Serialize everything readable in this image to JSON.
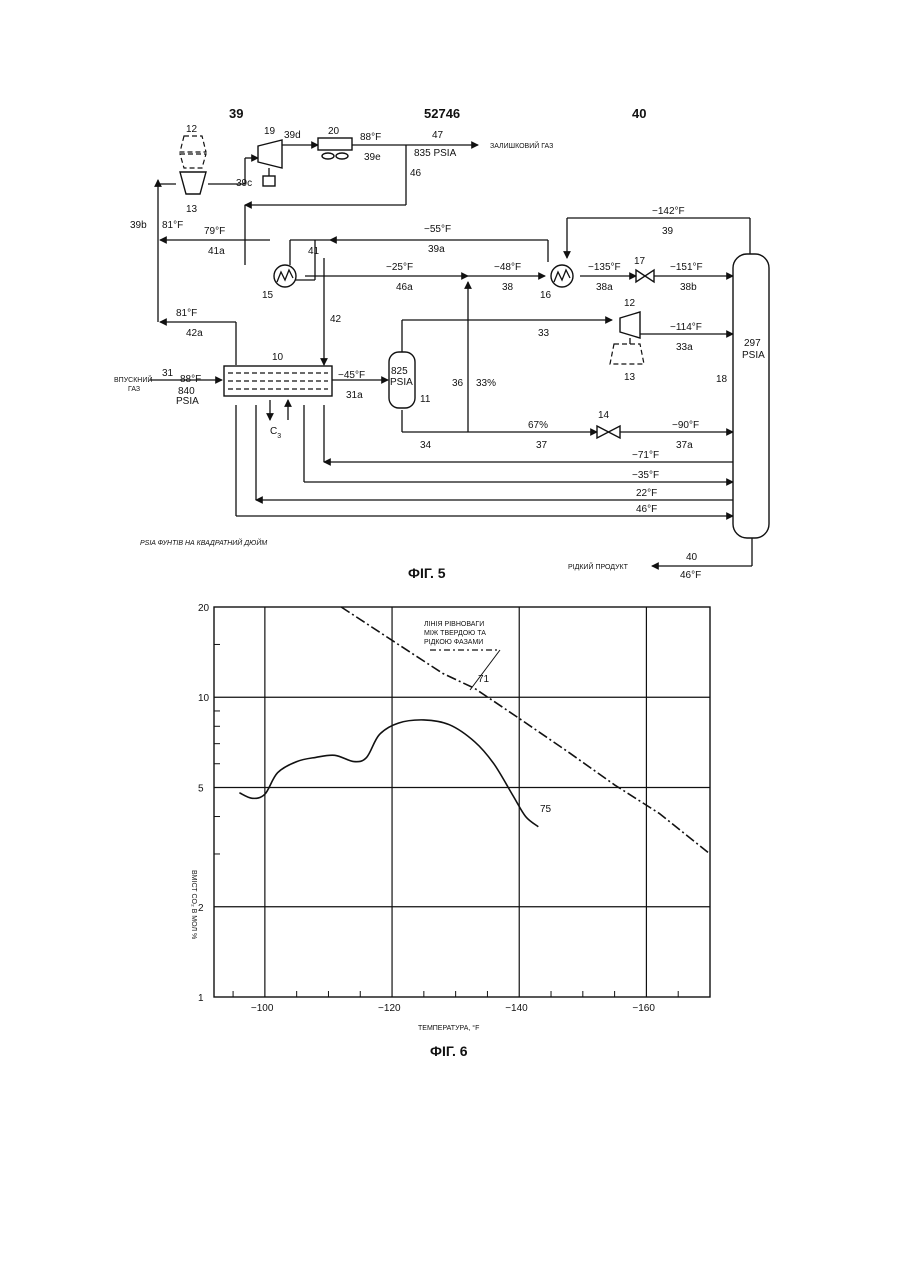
{
  "page_numbers": {
    "left": "39",
    "center": "52746",
    "right": "40"
  },
  "fig5": {
    "caption": "ФІГ. 5",
    "footnote": "PSIA   ФУНТІВ НА КВАДРАТНИЙ ДЮЙМ",
    "residual_gas": "ЗАЛИШКОВИЙ ГАЗ",
    "inlet_gas_1": "ВПУСКНИЙ",
    "inlet_gas_2": "ГАЗ",
    "liquid_product": "РІДКИЙ ПРОДУКТ",
    "c3": "C",
    "c3_sub": "3",
    "col_press_1": "297",
    "col_press_2": "PSIA",
    "sep_press_1": "825",
    "sep_press_2": "PSIA",
    "labels": {
      "l12a": "12",
      "l13a": "13",
      "l19": "19",
      "l39d": "39d",
      "l20": "20",
      "l88F_top": "88°F",
      "l39e": "39e",
      "l47": "47",
      "l835": "835  PSIA",
      "l46": "46",
      "l39c": "39c",
      "l39b": "39b",
      "l81F_a": "81°F",
      "l79F": "79°F",
      "l41a": "41a",
      "l41": "41",
      "l55F": "−55°F",
      "l39a": "39a",
      "l142F": "−142°F",
      "l39": "39",
      "l15": "15",
      "l25F": "−25°F",
      "l46a": "46a",
      "l48F": "−48°F",
      "l38": "38",
      "l16": "16",
      "l135F": "−135°F",
      "l38a": "38a",
      "l17": "17",
      "l151F": "−151°F",
      "l38b": "38b",
      "l81F_b": "81°F",
      "l42a": "42a",
      "l42": "42",
      "l33": "33",
      "l12b": "12",
      "l114F": "−114°F",
      "l33a": "33a",
      "l13b": "13",
      "l10": "10",
      "l31": "31",
      "l88F_in": "88°F",
      "l840": "840",
      "l840p": "PSIA",
      "l45F": "−45°F",
      "l31a": "31a",
      "l11": "11",
      "l36": "36",
      "l33pct": "33%",
      "l18": "18",
      "l14": "14",
      "l67pct": "67%",
      "l90F": "−90°F",
      "l34": "34",
      "l37": "37",
      "l37a": "37a",
      "l71F": "−71°F",
      "l35F": "−35°F",
      "l22F": "22°F",
      "l46F": "46°F",
      "l40": "40",
      "l46F_out": "46°F"
    }
  },
  "fig6": {
    "caption": "ФІГ. 6",
    "xlabel": "ТЕМПЕРАТУРА, °F",
    "ylabel": "ВМІСТ CO₂ В МОЛ %",
    "legend_1": "ЛІНІЯ  РІВНОВАГИ",
    "legend_2": "МІЖ ТВЕРДОЮ ТА",
    "legend_3": "РІДКОЮ ФАЗАМИ",
    "curve_label_71": "71",
    "curve_label_75": "75",
    "chart_data": {
      "type": "line",
      "xlim": [
        -92,
        -170
      ],
      "ylim": [
        1,
        20
      ],
      "y_scale": "log",
      "grid": true,
      "x_ticks": [
        "−100",
        "−120",
        "−140",
        "−160"
      ],
      "x_tick_values": [
        -100,
        -120,
        -140,
        -160
      ],
      "y_ticks": [
        "20",
        "10",
        "5",
        "2",
        "1"
      ],
      "y_tick_values": [
        20,
        10,
        5,
        2,
        1
      ],
      "series": [
        {
          "name": "71",
          "style": "dash-dot",
          "points": [
            [
              -112,
              20
            ],
            [
              -121,
              15
            ],
            [
              -128,
              12
            ],
            [
              -133,
              10.7
            ],
            [
              -140,
              8.5
            ],
            [
              -148,
              6.5
            ],
            [
              -155,
              5.1
            ],
            [
              -162,
              4.1
            ],
            [
              -170,
              3.0
            ]
          ]
        },
        {
          "name": "75",
          "style": "solid",
          "points": [
            [
              -96,
              4.8
            ],
            [
              -98,
              4.6
            ],
            [
              -100,
              4.75
            ],
            [
              -102,
              5.6
            ],
            [
              -105,
              6.1
            ],
            [
              -108,
              6.3
            ],
            [
              -111,
              6.4
            ],
            [
              -114,
              6.1
            ],
            [
              -116,
              6.3
            ],
            [
              -118,
              7.5
            ],
            [
              -121,
              8.2
            ],
            [
              -125,
              8.4
            ],
            [
              -129,
              8.1
            ],
            [
              -133,
              7.1
            ],
            [
              -136,
              6.0
            ],
            [
              -139,
              4.7
            ],
            [
              -141,
              4.0
            ],
            [
              -143,
              3.7
            ]
          ]
        }
      ]
    }
  }
}
